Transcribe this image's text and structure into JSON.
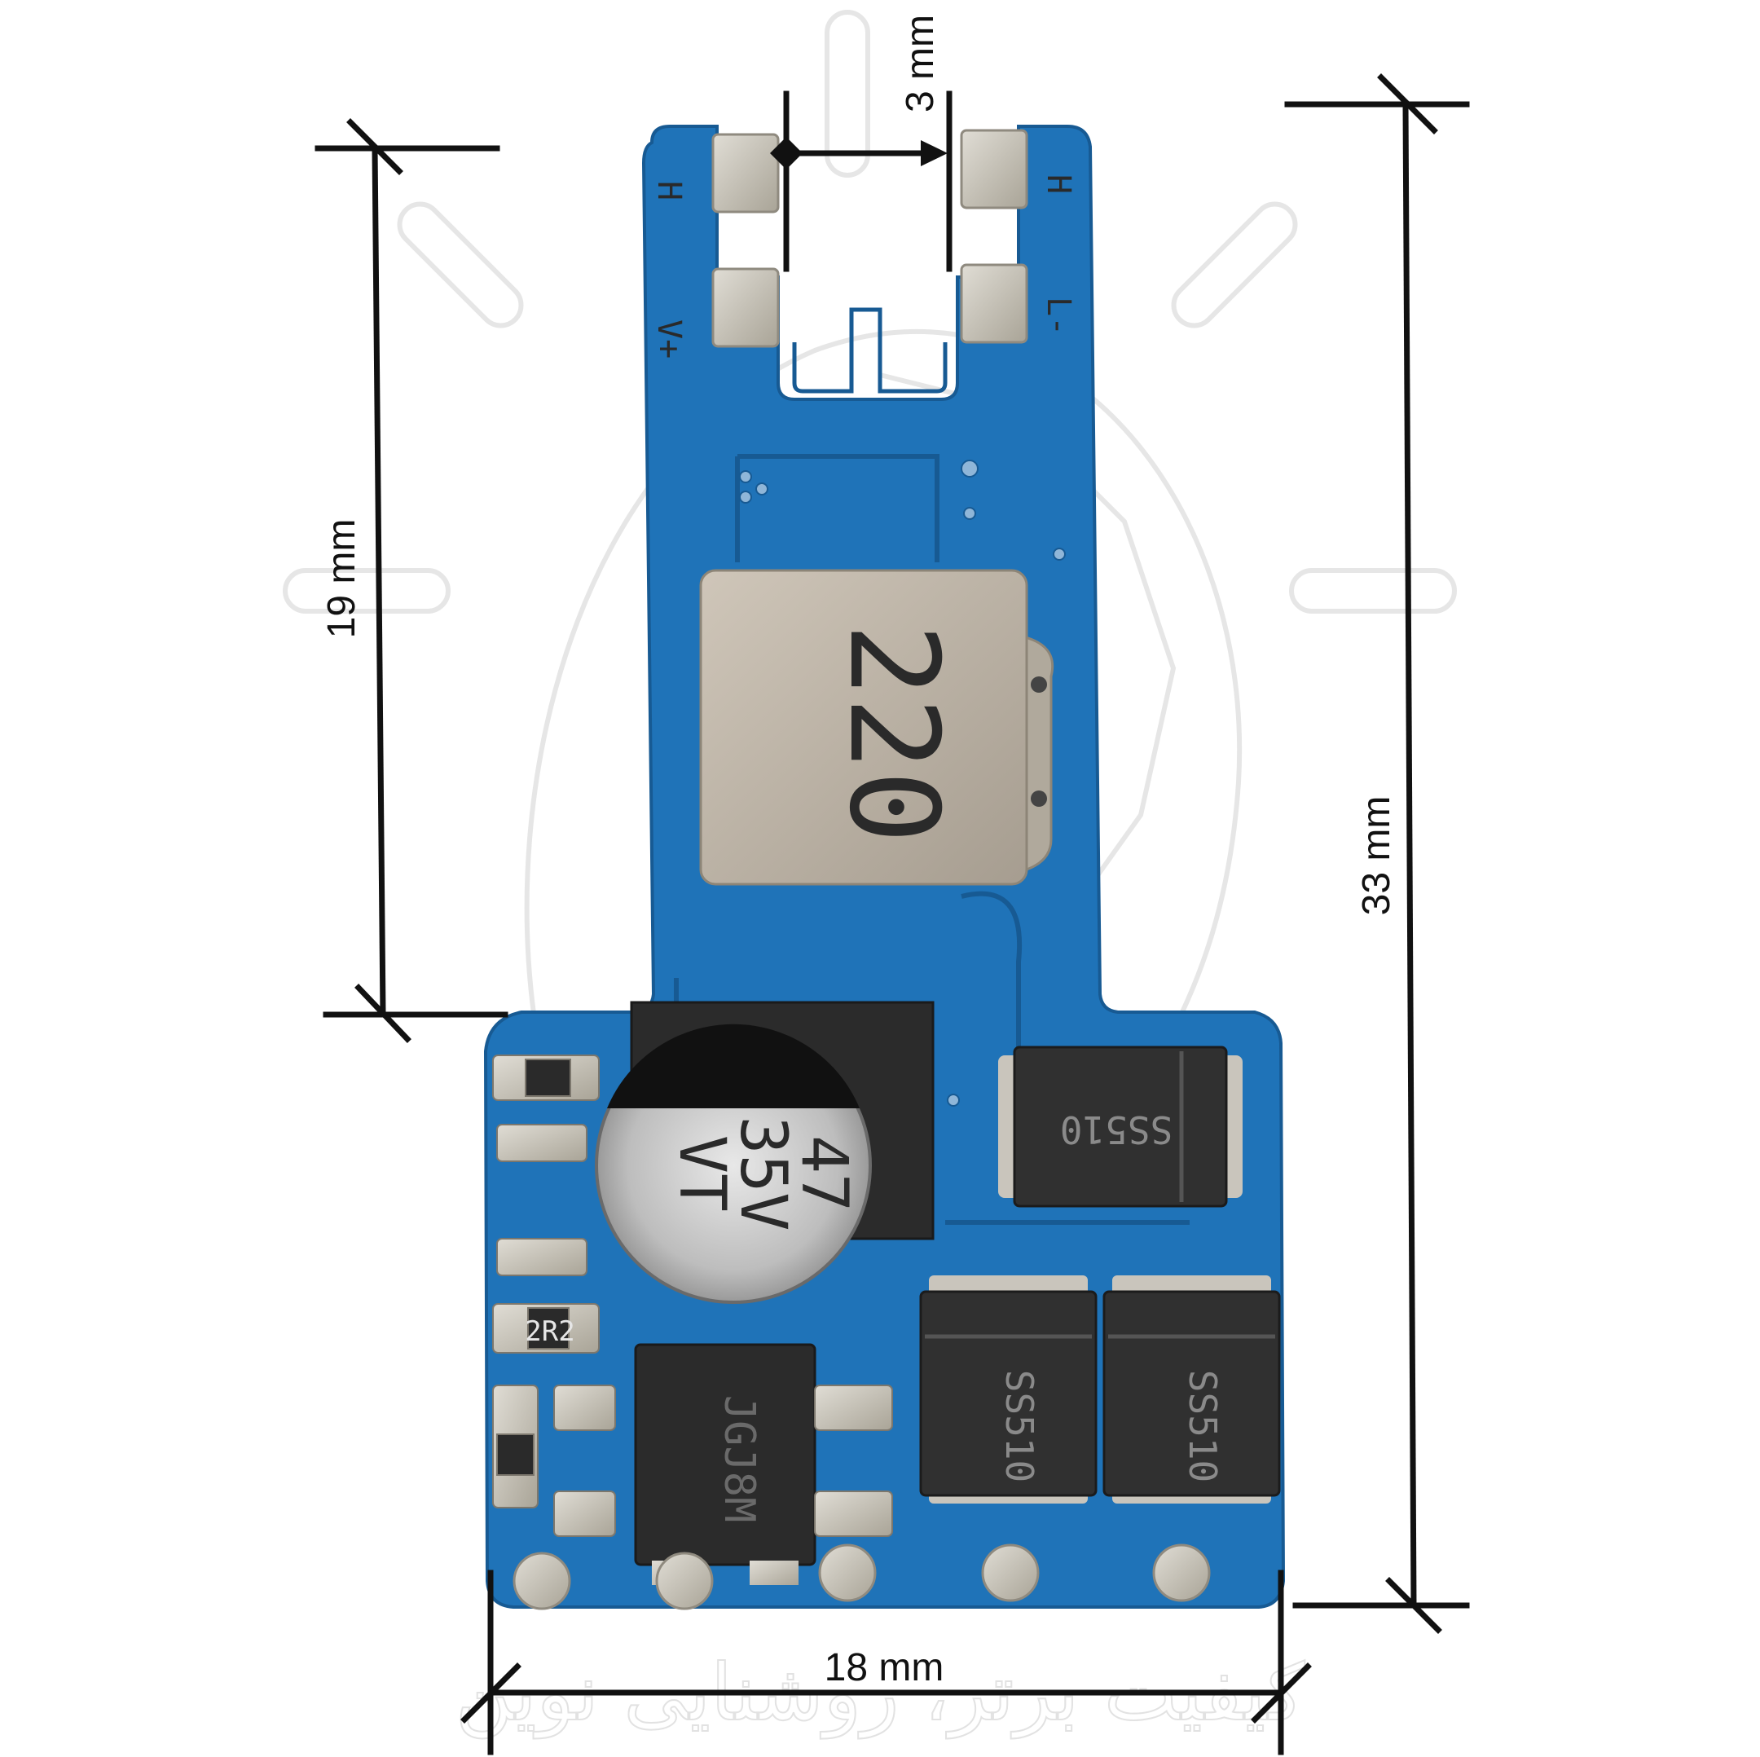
{
  "dimensions": {
    "total_height": "33 mm",
    "upper_section_height": "19 mm",
    "board_width": "18 mm",
    "pin_gap": "3 mm"
  },
  "components": {
    "inductor_marking": "220",
    "capacitor_value": "47",
    "capacitor_voltage": "35V",
    "capacitor_series": "VT",
    "diode_top_marking": "SS510",
    "diode_left_marking": "SS510",
    "diode_right_marking": "SS510",
    "resistor_marking": "2R2",
    "ic_marking": "JGJ8M"
  },
  "pin_labels": {
    "left_top": "H",
    "left_bottom": "V+",
    "right_top": "H",
    "right_bottom": "L-"
  },
  "watermark": {
    "text": "کیفیت برتر، روشنایی نوین"
  },
  "colors": {
    "pcb_blue": "#1f73b8",
    "pcb_blue_dark": "#175a93",
    "pad_tin": "#c8c4b8",
    "inductor_body": "#b8afa2",
    "ic_black": "#2b2b2b",
    "dimension_line": "#111111"
  }
}
